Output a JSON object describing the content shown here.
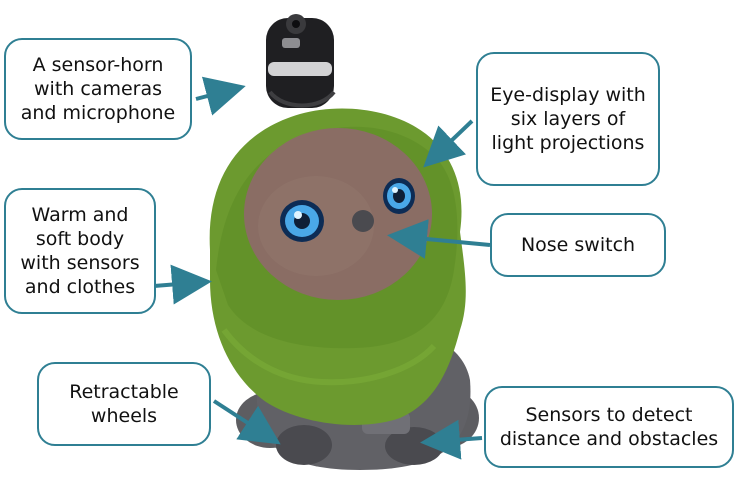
{
  "callouts": {
    "sensor_horn": "A sensor-horn\nwith cameras\nand microphone",
    "eye_display": "Eye-display with\nsix layers of\nlight projections",
    "body": "Warm and\nsoft body\nwith sensors\nand clothes",
    "nose": "Nose switch",
    "wheels": "Retractable\nwheels",
    "distance": "Sensors to detect\ndistance and obstacles"
  },
  "colors": {
    "callout_border": "#2f7f93",
    "arrow": "#2f7f93",
    "body_fabric": "#6c9a2f",
    "face": "#8a6d64",
    "eye_iris": "#4aa8e8",
    "robot_shell": "#5a5a5f",
    "sensor_horn": "#1f1f22"
  },
  "icons": {
    "arrow": "arrow-icon",
    "robot": "robot-photo"
  }
}
